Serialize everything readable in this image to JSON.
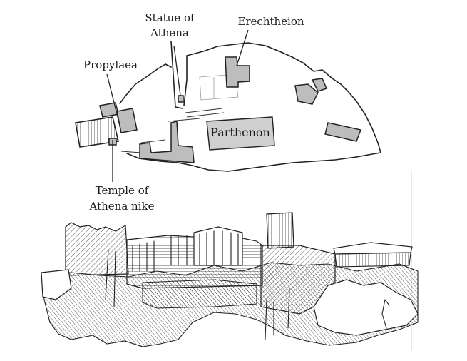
{
  "labels": {
    "statue_line1": "Statue of",
    "statue_line2": "Athena",
    "erechtheion": "Erechtheion",
    "propylaea": "Propylaea",
    "parthenon": "Parthenon",
    "temple_line1": "Temple of",
    "temple_line2": "Athena nike"
  },
  "colors": {
    "building_fill": "#bdbdbd",
    "ink": "#222222",
    "background": "#ffffff"
  }
}
